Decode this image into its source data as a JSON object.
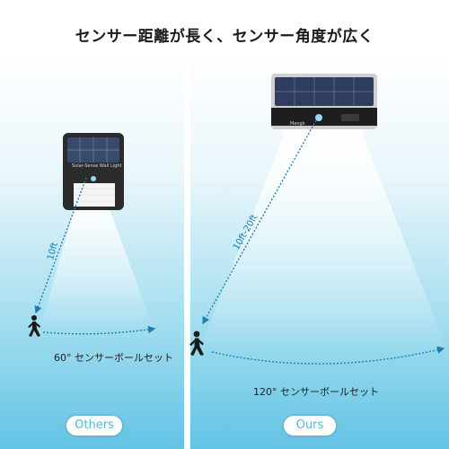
{
  "headline": "センサー距離が長く、センサー角度が広く",
  "left": {
    "distance_label": "10ft",
    "angle_caption": "60° センサーボールセット",
    "badge": "Others",
    "device_label": "Solar-Sense Wall Light"
  },
  "right": {
    "distance_label": "10ft-20ft",
    "angle_caption": "120° センサーボールセット",
    "badge": "Ours",
    "device_label": "Mengk"
  },
  "colors": {
    "accent": "#4db8dd",
    "arrow": "#1f7db0",
    "background_bottom": "#63c3e4"
  },
  "icons": [
    "solar-panel-icon",
    "walking-person-icon",
    "light-beam-icon"
  ]
}
